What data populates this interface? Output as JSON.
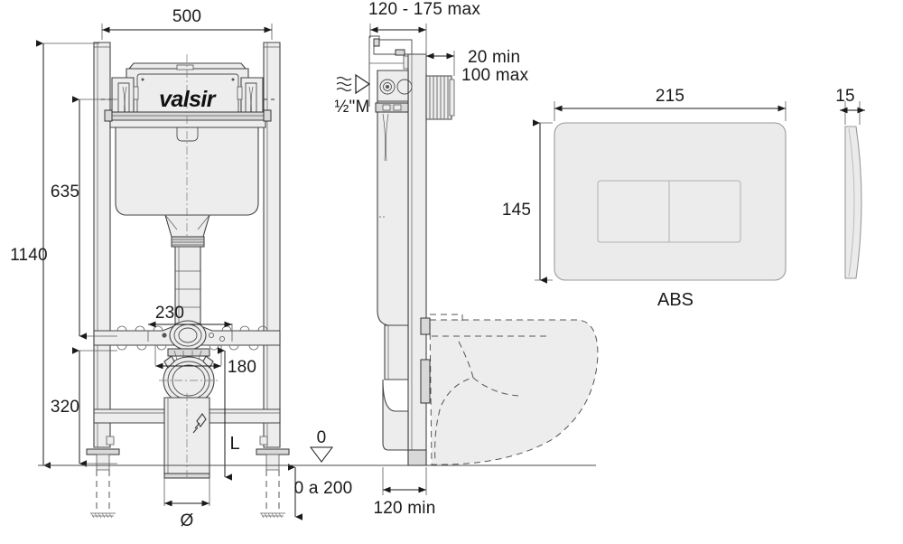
{
  "document": {
    "type": "technical-dimension-drawing",
    "brand": "valsir",
    "subject": "concealed cistern installation frame with wall-hung WC and ABS flush plate",
    "units": "mm"
  },
  "views": {
    "front": {
      "name": "front-elevation",
      "brand_logo": "valsir"
    },
    "side": {
      "name": "side-section"
    },
    "plate_front": {
      "name": "flush-plate-front",
      "material_label": "ABS"
    },
    "plate_side": {
      "name": "flush-plate-side-profile"
    }
  },
  "dimensions": {
    "width_500": "500",
    "height_1140": "1140",
    "height_635": "635",
    "height_320": "320",
    "offset_230": "230",
    "offset_180": "180",
    "depth_range": "120 - 175 max",
    "wall_offset_min": "20 min",
    "wall_offset_max": "100 max",
    "base_depth_min": "120 min",
    "floor_adjust": "0 a 200",
    "plate_width": "215",
    "plate_height": "145",
    "plate_thickness": "15",
    "datum": "0",
    "pipe_length": "L",
    "pipe_diameter": "Ø"
  },
  "annotations": {
    "water_supply": "½\"M",
    "plate_material": "ABS"
  },
  "colors": {
    "line": "#444444",
    "fill": "#ededed",
    "dim": "#1a1a1a",
    "hidden": "#555555",
    "plate": "#ebebeb",
    "background": "#ffffff"
  }
}
